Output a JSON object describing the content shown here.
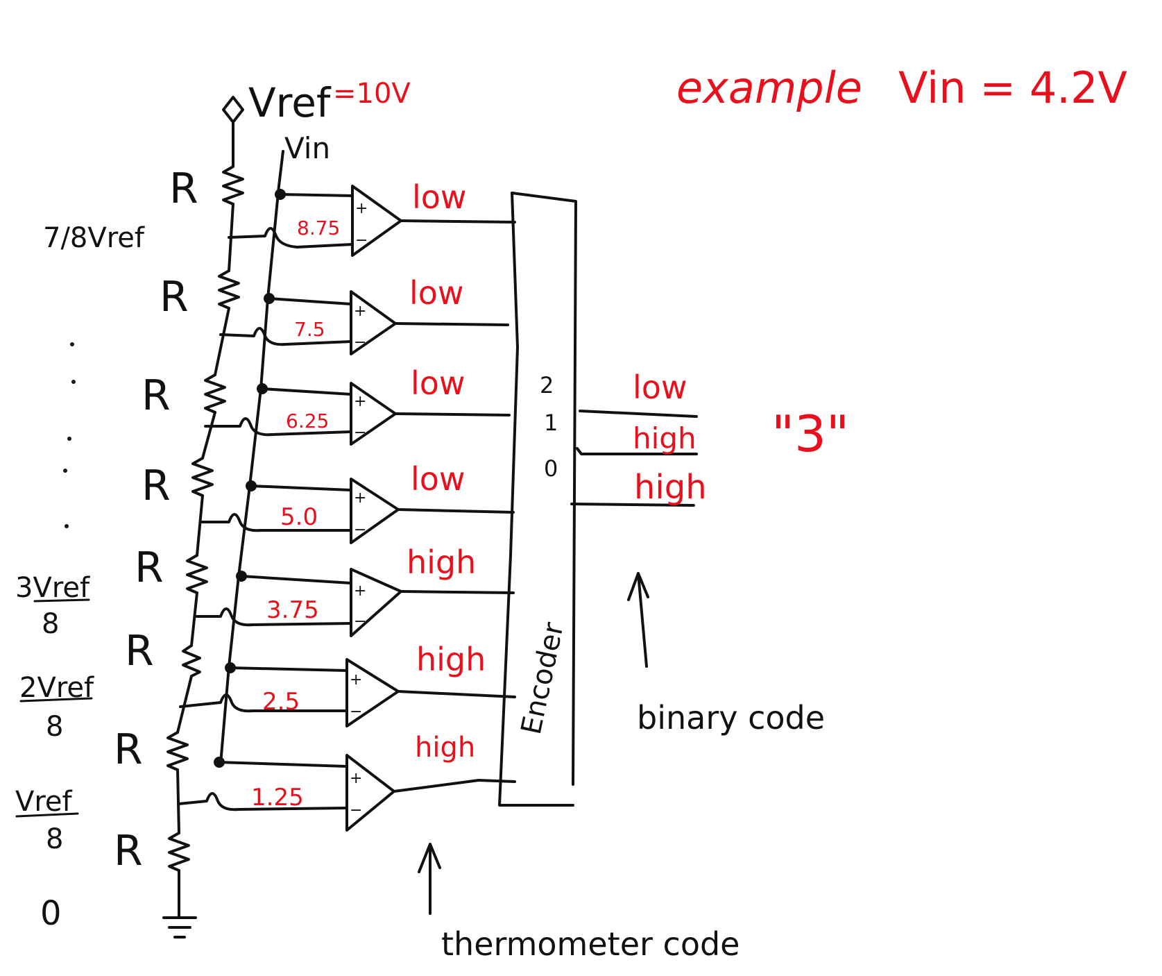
{
  "colors": {
    "ink": "#111111",
    "accent": "#e8101c"
  },
  "header": {
    "vref_label": "Vref",
    "vref_value": "=10V",
    "example": "example",
    "vin_example": "Vin = 4.2V"
  },
  "vin_label": "Vin",
  "resistor_label": "R",
  "tap_labels": {
    "top": "7/8Vref",
    "three_num": "3Vref",
    "two_num": "2Vref",
    "one_num": "Vref",
    "denominator": "8",
    "ground": "0"
  },
  "thresholds": [
    "8.75",
    "7.5",
    "6.25",
    "5.0",
    "3.75",
    "2.5",
    "1.25"
  ],
  "comparator_outputs": [
    "low",
    "low",
    "low",
    "low",
    "high",
    "high",
    "high"
  ],
  "comparator_signs": {
    "plus": "+",
    "minus": "−"
  },
  "encoder": {
    "label": "Encoder",
    "bit_labels": [
      "2",
      "1",
      "0"
    ],
    "outputs": [
      "low",
      "high",
      "high"
    ],
    "result": "\"3\""
  },
  "annotations": {
    "binary_code": "binary code",
    "thermometer_code": "thermometer code"
  }
}
